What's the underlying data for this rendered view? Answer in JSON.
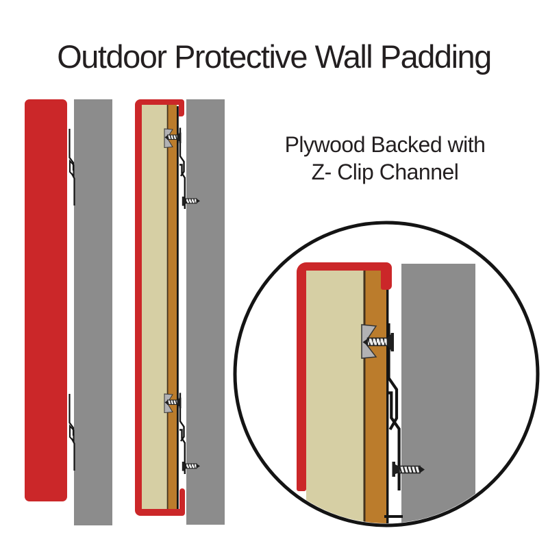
{
  "title": "Outdoor Protective Wall Padding",
  "caption": {
    "line1": "Plywood Backed with",
    "line2": "Z- Clip Channel"
  },
  "colors": {
    "pad_red": "#cb2729",
    "foam_tan": "#d6cfa4",
    "plywood_brown": "#bb7c2c",
    "wall_gray": "#8c8c8c",
    "clip_gray": "#b2b2b4",
    "outline_black": "#141414",
    "text_color": "#231f20",
    "background": "#ffffff"
  }
}
